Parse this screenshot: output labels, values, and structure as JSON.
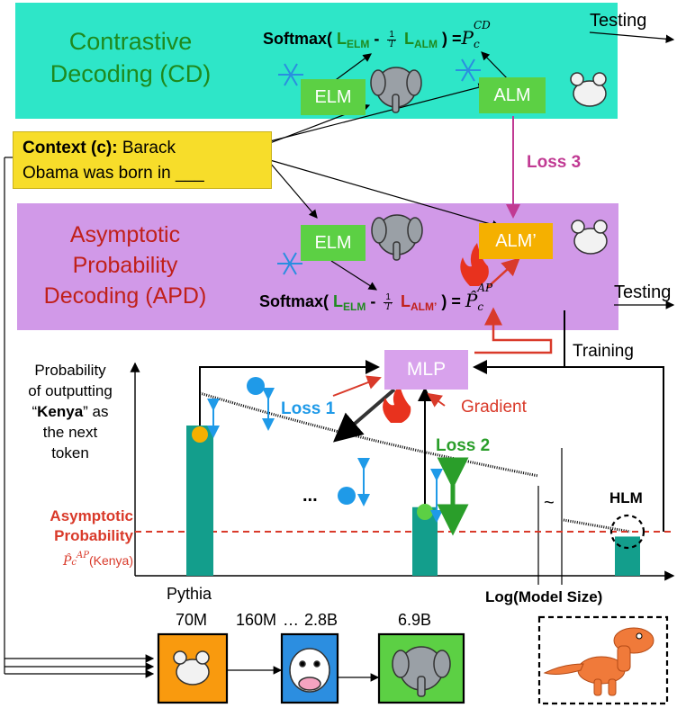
{
  "cd": {
    "title": "Contrastive\nDecoding (CD)",
    "elm": "ELM",
    "alm": "ALM",
    "softmax": "Softmax(",
    "l_elm": "L",
    "l_elm_sub": "ELM",
    "minus": "-",
    "frac_num": "1",
    "frac_den": "T",
    "l_alm": "L",
    "l_alm_sub": "ALM",
    "close": ") =",
    "p": "P",
    "p_sub": "c",
    "p_sup": "CD",
    "testing": "Testing"
  },
  "context": {
    "label": "Context (c):",
    "text_a": "Barack",
    "text_b": "Obama was born in ___"
  },
  "loss3": "Loss 3",
  "apd": {
    "title": "Asymptotic\nProbability\nDecoding (APD)",
    "elm": "ELM",
    "alm": "ALM’",
    "softmax": "Softmax(",
    "l_elm": "L",
    "l_elm_sub": "ELM",
    "minus": "-",
    "frac_num": "1",
    "frac_den": "T",
    "l_alm": "L",
    "l_alm_sub": "ALM’",
    "close": ") =",
    "p": "P̂",
    "p_sub": "c",
    "p_sup": "AP",
    "testing": "Testing"
  },
  "mlp": "MLP",
  "training": "Training",
  "loss1": "Loss 1",
  "loss2": "Loss 2",
  "gradient": "Gradient",
  "y_axis_label": {
    "line1": "Probability",
    "line2": "of outputting",
    "quote_open": "“",
    "word": "Kenya",
    "quote_close": "” as",
    "line4": "the next",
    "line5": "token"
  },
  "asymptotic": {
    "line1": "Asymptotic",
    "line2": "Probability",
    "p": "P̂",
    "p_sub": "c",
    "p_sup": "AP",
    "arg": "(Kenya)"
  },
  "ellipsis": "...",
  "tilde": "~",
  "hlm": "HLM",
  "x_axis_label": "Log(Model Size)",
  "models": {
    "pythia": "Pythia",
    "m70": "70M",
    "m160": "160M",
    "dots": "…",
    "m28": "2.8B",
    "m69": "6.9B"
  },
  "colors": {
    "cd_bg": "#2ee6c8",
    "apd_bg": "#d199e8",
    "context_bg": "#f7dd2a",
    "lm_green": "#5cd044",
    "alm_orange": "#f5b000",
    "mlp_purple": "#d8a2ec",
    "bar_teal": "#139e8c",
    "loss_blue": "#1f9ae8",
    "loss_green": "#2a9e2a",
    "red": "#d93a2a",
    "magenta": "#c13a93"
  },
  "chart_data": {
    "type": "bar",
    "categories": [
      "70M",
      "6.9B",
      "HLM"
    ],
    "values": [
      0.46,
      0.21,
      0.12
    ],
    "asymptote": 0.19,
    "xlabel": "Log(Model Size)",
    "ylabel": "Probability of outputting “Kenya” as the next token"
  }
}
